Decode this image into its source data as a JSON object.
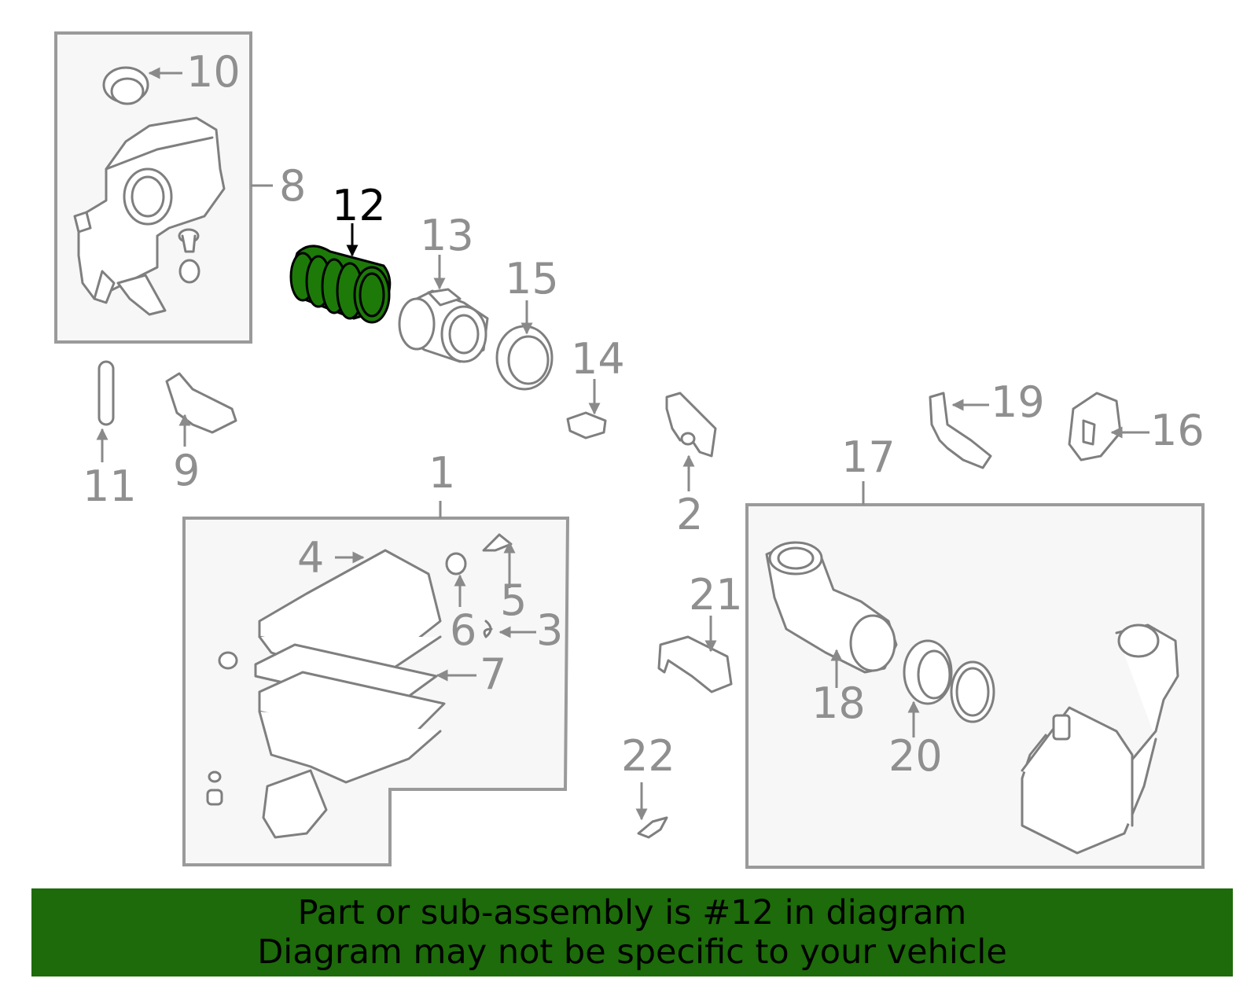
{
  "diagram": {
    "labels": [
      "1",
      "2",
      "3",
      "4",
      "5",
      "6",
      "7",
      "8",
      "9",
      "10",
      "11",
      "12",
      "13",
      "14",
      "15",
      "16",
      "17",
      "18",
      "19",
      "20",
      "21",
      "22"
    ],
    "highlighted_part": "12",
    "highlight_color": "#1d7a09"
  },
  "banner": {
    "line1": "Part or sub-assembly is #12 in diagram",
    "line2": "Diagram may not be specific to your vehicle",
    "background": "#1d6b0a"
  }
}
